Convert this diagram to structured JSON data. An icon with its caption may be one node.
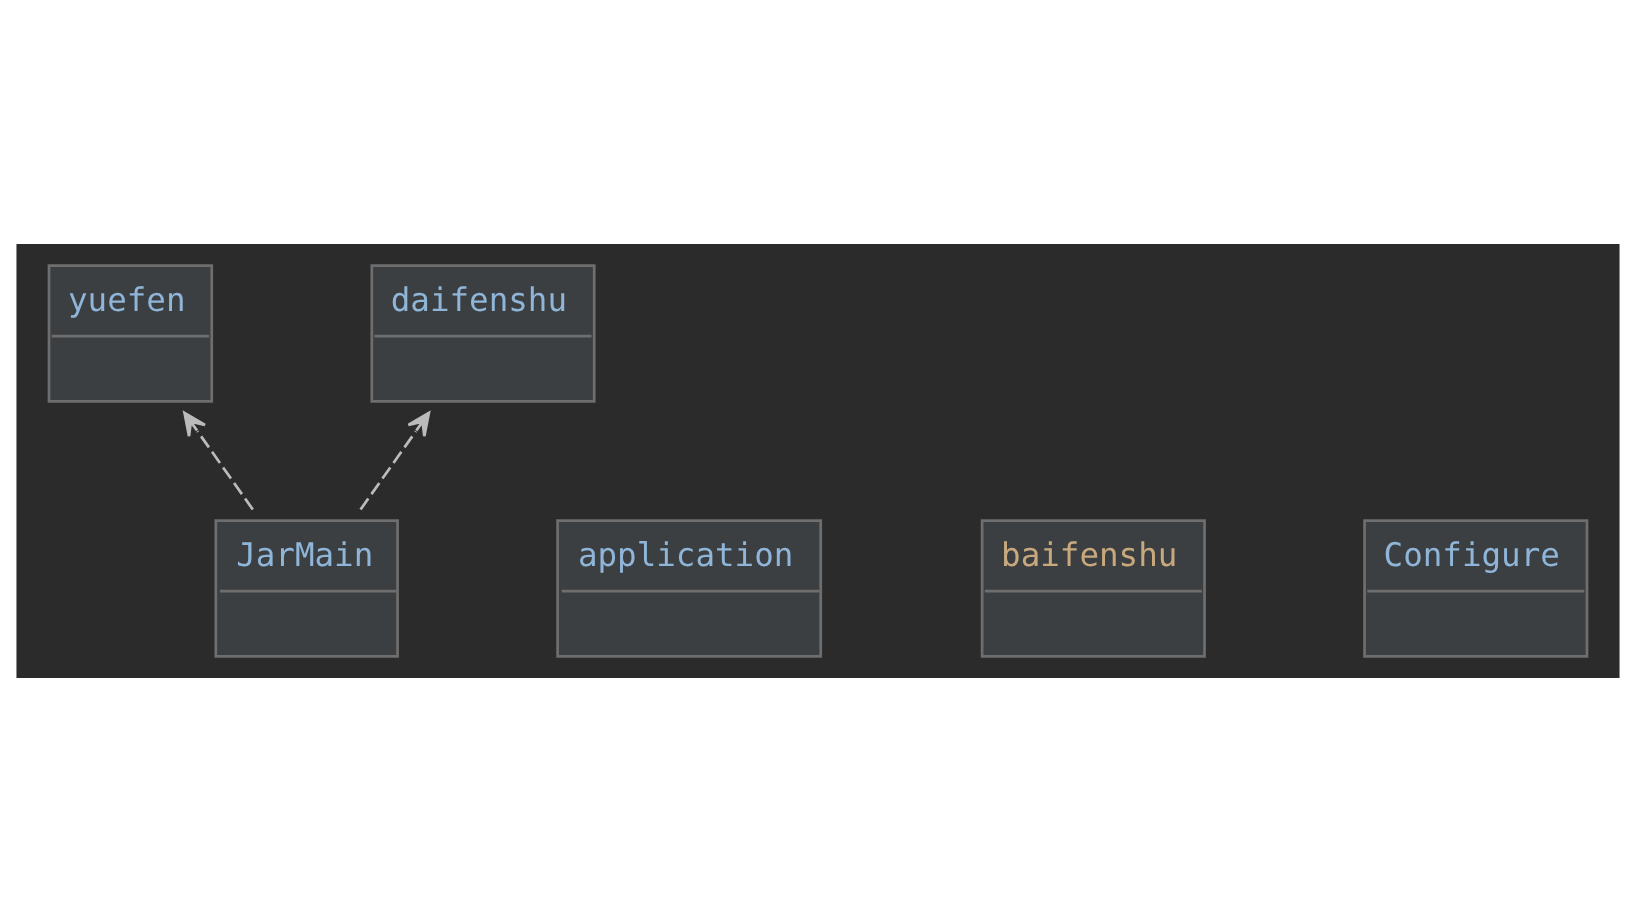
{
  "diagram": {
    "nodes": [
      {
        "text": [
          "yuefen"
        ]
      },
      {
        "text": [
          "daifenshu"
        ]
      },
      {
        "text": [
          "JarMain"
        ]
      },
      {
        "text": [
          "application"
        ]
      },
      {
        "text": [
          "baifenshu"
        ]
      },
      {
        "text": [
          "Configure"
        ]
      }
    ],
    "edges": [
      {
        "from": 2,
        "to": 0,
        "arrow": "to",
        "style": "dashed"
      },
      {
        "from": 2,
        "to": 1,
        "arrow": "to",
        "style": "dashed"
      }
    ]
  }
}
